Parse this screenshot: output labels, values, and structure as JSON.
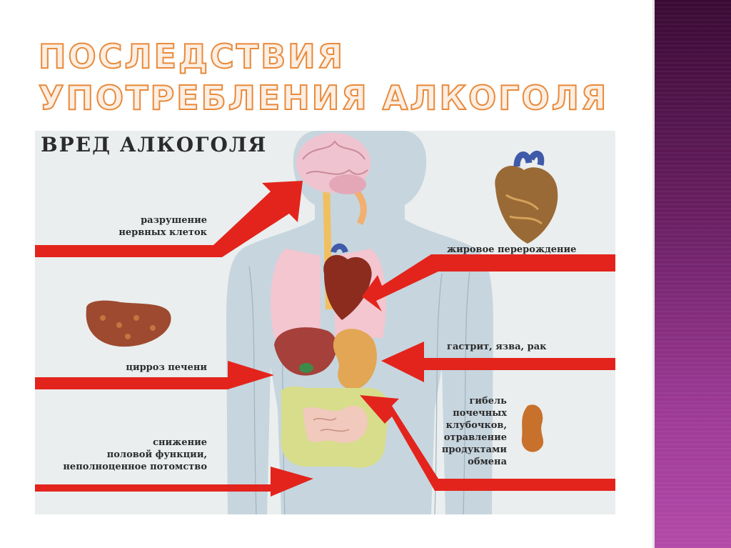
{
  "slide": {
    "title": "ПОСЛЕДСТВИЯ УПОТРЕБЛЕНИЯ АЛКОГОЛЯ"
  },
  "poster": {
    "heading": "ВРЕД АЛКОГОЛЯ",
    "labels": {
      "nerve": [
        "разрушение",
        "нервных клеток"
      ],
      "fat": [
        "жировое перерождение"
      ],
      "liver": [
        "цирроз печени"
      ],
      "gastric": [
        "гастрит, язва, рак"
      ],
      "sexual": [
        "снижение",
        "половой функции,",
        "неполноценное потомство"
      ],
      "kidney": [
        "гибель",
        "почечных",
        "клубочков,",
        "отравление",
        "продуктами",
        "обмена"
      ]
    }
  },
  "colors": {
    "arrow": "#e3241c",
    "title_fill": "#fbeee3",
    "title_stroke": "#e98a3a",
    "sidebar": "#7a2872",
    "poster_bg": "#eaeeee"
  }
}
